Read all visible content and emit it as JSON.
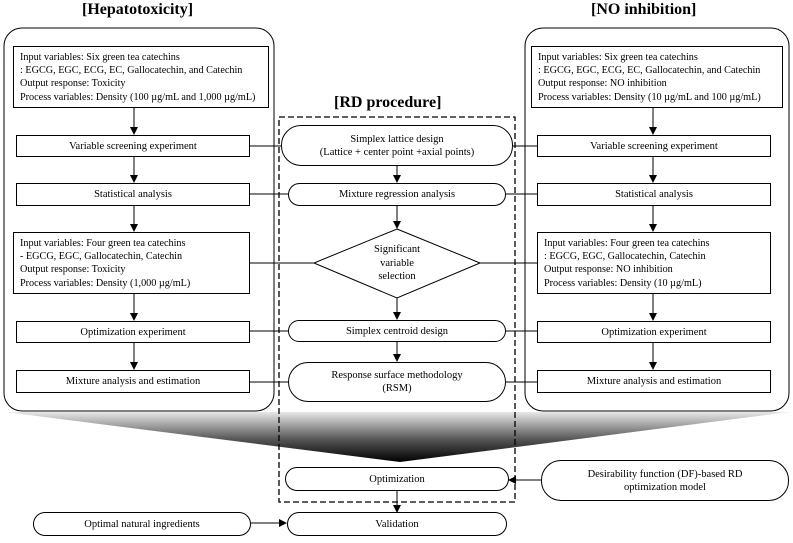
{
  "headers": {
    "hepatotoxicity": "[Hepatotoxicity]",
    "rd_procedure": "[RD procedure]",
    "no_inhibition": "[NO inhibition]"
  },
  "left": {
    "input1": [
      "Input variables: Six green tea catechins",
      " : EGCG, EGC, ECG, EC, Gallocatechin, and Catechin",
      "Output response: Toxicity",
      "Process variables: Density (100 µg/mL and 1,000 µg/mL)"
    ],
    "screening": "Variable screening experiment",
    "statistical": "Statistical analysis",
    "input2": [
      "Input variables: Four green tea catechins",
      "-    EGCG, EGC, Gallocatechin, Catechin",
      "Output response: Toxicity",
      "Process variables: Density (1,000 µg/mL)"
    ],
    "optimization_exp": "Optimization experiment",
    "mixture": "Mixture analysis and estimation"
  },
  "right": {
    "input1": [
      "Input variables: Six green tea catechins",
      "  : EGCG, EGC, ECG, EC, Gallocatechin, and Catechin",
      "Output response: NO inhibition",
      "Process variables: Density (10 µg/mL and 100 µg/mL)"
    ],
    "screening": "Variable screening experiment",
    "statistical": "Statistical analysis",
    "input2": [
      "Input variables: Four green tea catechins",
      "  : EGCG, EGC, Gallocatechin, Catechin",
      "Output response: NO inhibition",
      "Process variables: Density (10 µg/mL)"
    ],
    "optimization_exp": "Optimization experiment",
    "mixture": "Mixture analysis and estimation"
  },
  "center": {
    "simplex_lattice": [
      "Simplex lattice design",
      "(Lattice + center point +axial points)"
    ],
    "mixture_regression": "Mixture regression analysis",
    "significant": [
      "Significant",
      "variable",
      "selection"
    ],
    "simplex_centroid": "Simplex centroid design",
    "rsm": [
      "Response surface methodology",
      "(RSM)"
    ],
    "optimization": "Optimization",
    "validation": "Validation"
  },
  "side": {
    "desirability": [
      "Desirability function (DF)-based RD",
      "optimization model"
    ],
    "optimal_natural": "Optimal natural ingredients"
  }
}
